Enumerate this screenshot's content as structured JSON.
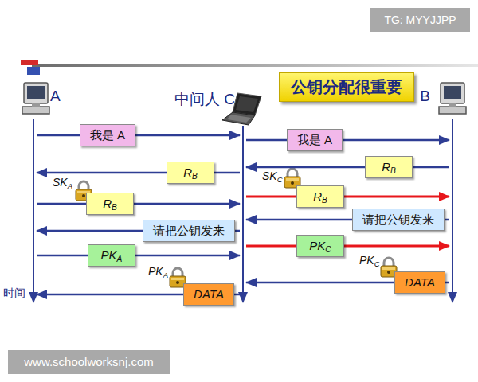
{
  "diagram": {
    "nodes": [
      {
        "text": [
          "公钥分配很重要"
        ]
      },
      {
        "text": [
          "A"
        ]
      },
      {
        "text": [
          "中间人 C"
        ]
      },
      {
        "text": [
          "B"
        ]
      }
    ],
    "edges": [
      {
        "from": 1,
        "to": 2,
        "label": "我是 A",
        "arrow": "to"
      },
      {
        "from": 2,
        "to": 3,
        "label": "我是 A",
        "arrow": "to"
      },
      {
        "from": 3,
        "to": 2,
        "label": "RB",
        "arrow": "to"
      },
      {
        "from": 2,
        "to": 1,
        "label": "RB",
        "arrow": "to"
      },
      {
        "from": 2,
        "to": 3,
        "label": "RB",
        "arrow": "to"
      },
      {
        "from": 1,
        "to": 2,
        "label": "RB",
        "arrow": "to"
      },
      {
        "from": 3,
        "to": 2,
        "label": "请把公钥发来",
        "arrow": "to"
      },
      {
        "from": 2,
        "to": 1,
        "label": "请把公钥发来",
        "arrow": "to"
      },
      {
        "from": 2,
        "to": 3,
        "label": "PKC",
        "arrow": "to"
      },
      {
        "from": 1,
        "to": 2,
        "label": "PKA",
        "arrow": "to"
      },
      {
        "from": 3,
        "to": 2,
        "label": "DATA",
        "arrow": "to"
      },
      {
        "from": 2,
        "to": 1,
        "label": "DATA",
        "arrow": "to"
      }
    ],
    "labels": [
      "TG: MYYJJPP",
      "SKA",
      "SKC",
      "PKC",
      "PKA",
      "时间",
      "www.schoolworksnj.com"
    ]
  }
}
